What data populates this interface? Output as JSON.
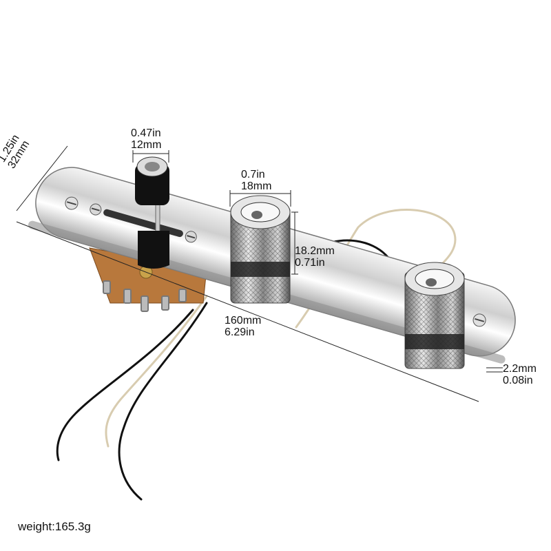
{
  "dimensions": {
    "switch_tip": {
      "imperial": "0.47in",
      "metric": "12mm"
    },
    "knob_diameter": {
      "imperial": "0.7in",
      "metric": "18mm"
    },
    "knob_height": {
      "metric": "18.2mm",
      "imperial": "0.71in"
    },
    "plate_width": {
      "imperial": "1.25in",
      "metric": "32mm"
    },
    "plate_length": {
      "metric": "160mm",
      "imperial": "6.29in"
    },
    "plate_thickness": {
      "metric": "2.2mm",
      "imperial": "0.08in"
    }
  },
  "weight_label": "weight:165.3g",
  "colors": {
    "chrome": "#d9d9d9",
    "wire_black": "#111111",
    "wire_cloth": "#d8ccb0",
    "switch_board": "#b8783c"
  }
}
